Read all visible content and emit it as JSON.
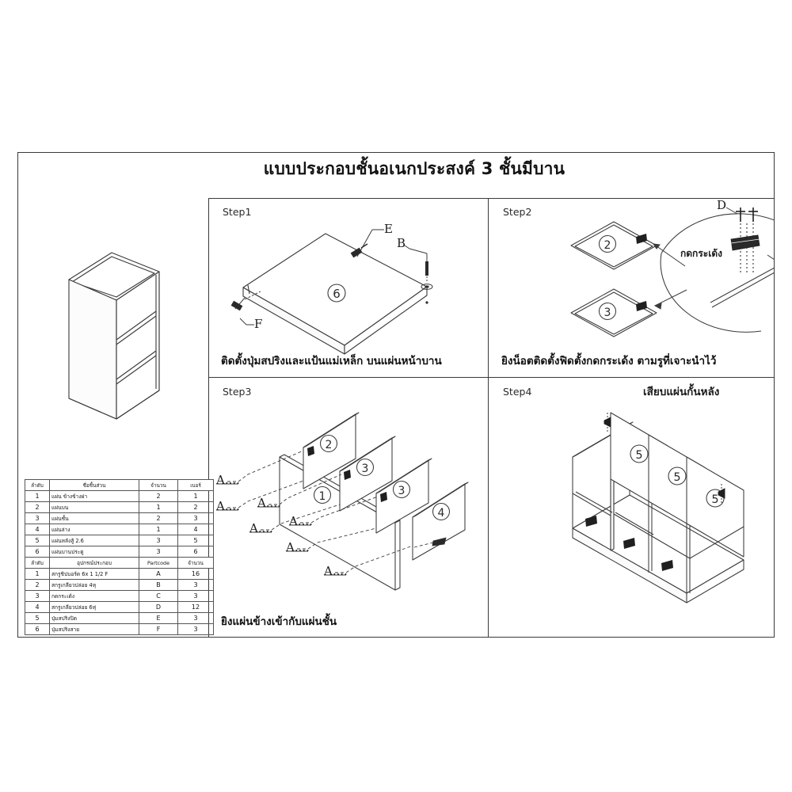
{
  "document": {
    "title": "แบบประกอบชั้นอเนกประสงค์  3  ชั้นมีบาน",
    "type": "furniture-assembly-instruction-drawing"
  },
  "product_view": {
    "name": "ชั้นอเนกประสงค์ 3 ชั้นมีบาน",
    "shelf_levels": 3
  },
  "steps": [
    {
      "label": "Step1",
      "caption": "ติดตั้งปุ่มสปริงและแป้นแม่เหล็ก บนแผ่นหน้าบาน",
      "part_markers": [
        "6"
      ],
      "hardware_callouts": [
        "E",
        "B",
        "F"
      ]
    },
    {
      "label": "Step2",
      "caption": "ยิงน็อตติดตั้งฟิดตั้งกดกระเด้ง ตามรูที่เจาะนำไว้",
      "part_markers": [
        "2",
        "3"
      ],
      "hardware_callouts": [
        "D"
      ],
      "detail_note": "กดกระเด้ง"
    },
    {
      "label": "Step3",
      "caption": "ยิงแผ่นข้างเข้ากับแผ่นชั้น",
      "part_markers": [
        "1",
        "2",
        "3",
        "3",
        "4"
      ],
      "hardware_callouts": [
        "A....",
        "A....",
        "A....",
        "A....",
        "A....",
        "A....",
        "A...."
      ]
    },
    {
      "label": "Step4",
      "caption": "เสียบแผ่นกั้นหลัง",
      "part_markers": [
        "5",
        "5",
        "5"
      ],
      "hardware_callouts": []
    }
  ],
  "parts_table": {
    "headers_parts": [
      "ลำดับ",
      "ชื่อชิ้นส่วน",
      "จำนวน",
      "เบอร์"
    ],
    "rows_parts": [
      {
        "no": "1",
        "name": "แผ่น ข้างข้างฝา",
        "qty": "2",
        "num": "1"
      },
      {
        "no": "2",
        "name": "แผ่นบน",
        "qty": "1",
        "num": "2"
      },
      {
        "no": "3",
        "name": "แผ่นชั้น",
        "qty": "2",
        "num": "3"
      },
      {
        "no": "4",
        "name": "แผ่นล่าง",
        "qty": "1",
        "num": "4"
      },
      {
        "no": "5",
        "name": "แผ่นหลังสู้ 2.6",
        "qty": "3",
        "num": "5"
      },
      {
        "no": "6",
        "name": "แผ่นบานประตู",
        "qty": "3",
        "num": "6"
      }
    ],
    "headers_hardware": [
      "ลำดับ",
      "อุปกรณ์ประกอบ",
      "Partcode",
      "จำนวน"
    ],
    "rows_hardware": [
      {
        "no": "1",
        "name": "สกรูชิปบอร์ด 6x  1  1/2  F",
        "code": "A",
        "qty": "16"
      },
      {
        "no": "2",
        "name": "สกรูเกลียวปล่อย 4หุ",
        "code": "B",
        "qty": "3"
      },
      {
        "no": "3",
        "name": "กดกระเด้ง",
        "code": "C",
        "qty": "3"
      },
      {
        "no": "4",
        "name": "สกรูเกลียวปล่อย 6หุ่",
        "code": "D",
        "qty": "12"
      },
      {
        "no": "5",
        "name": "ปุ่มสปริงปิด",
        "code": "E",
        "qty": "3"
      },
      {
        "no": "6",
        "name": "ปุ่มสปริงสาย",
        "code": "F",
        "qty": "3"
      }
    ]
  },
  "colors": {
    "line": "#3a3a3a",
    "text": "#141414",
    "background": "#ffffff"
  }
}
